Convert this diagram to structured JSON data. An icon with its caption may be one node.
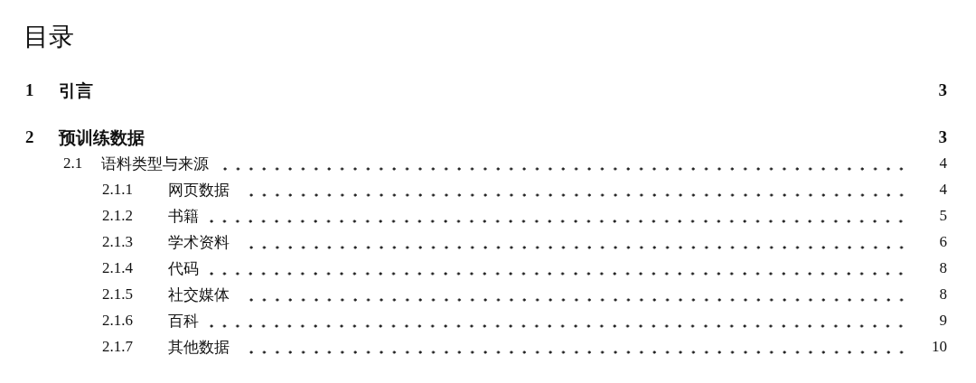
{
  "diagram": {
    "title": "目录",
    "labels": [
      "1",
      "引言",
      "3",
      "2",
      "预训练数据",
      "3",
      "2.1",
      "语料类型与来源",
      "4",
      "2.1.1",
      "网页数据",
      "4",
      "2.1.2",
      "书籍",
      "5",
      "2.1.3",
      "学术资料",
      "6",
      "2.1.4",
      "代码",
      "8",
      "2.1.5",
      "社交媒体",
      "8",
      "2.1.6",
      "百科",
      "9",
      "2.1.7",
      "其他数据",
      "10"
    ]
  }
}
